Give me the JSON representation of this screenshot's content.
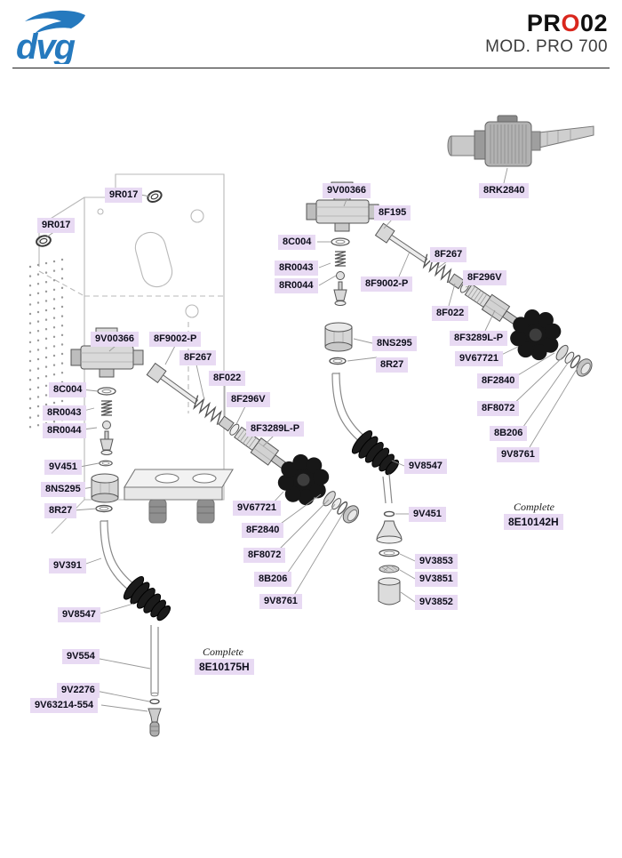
{
  "header": {
    "brand": "dvg",
    "title_pre": "PR",
    "title_accent": "O",
    "title_post": "02",
    "subtitle": "MOD. PRO 700",
    "accent_color": "#d9261c",
    "logo_color": "#2579be"
  },
  "colors": {
    "label_background": "#e8daf3",
    "label_text": "#0d0d1a",
    "line_art": "#b9b9b9",
    "knob_black": "#171717"
  },
  "labels": [
    "9R017",
    "9R017",
    "9V00366",
    "8F195",
    "8C004",
    "8R0043",
    "8R0044",
    "8F9002-P",
    "8F267",
    "8F296V",
    "8F022",
    "8F3289L-P",
    "9V67721",
    "8F2840",
    "8F8072",
    "8B206",
    "9V8761",
    "8RK2840",
    "8NS295",
    "8R27",
    "9V00366",
    "8F9002-P",
    "8F267",
    "8C004",
    "8F022",
    "8F296V",
    "8R0043",
    "8R0044",
    "8F3289L-P",
    "9V451",
    "8NS295",
    "8R27",
    "9V67721",
    "8F2840",
    "9V8547",
    "9V451",
    "8F8072",
    "8B206",
    "9V8761",
    "9V391",
    "9V3853",
    "9V3851",
    "9V3852",
    "9V8547",
    "9V554",
    "9V2276",
    "9V63214-554"
  ],
  "completes": [
    {
      "caption": "Complete",
      "part": "8E10142H"
    },
    {
      "caption": "Complete",
      "part": "8E10175H"
    }
  ]
}
